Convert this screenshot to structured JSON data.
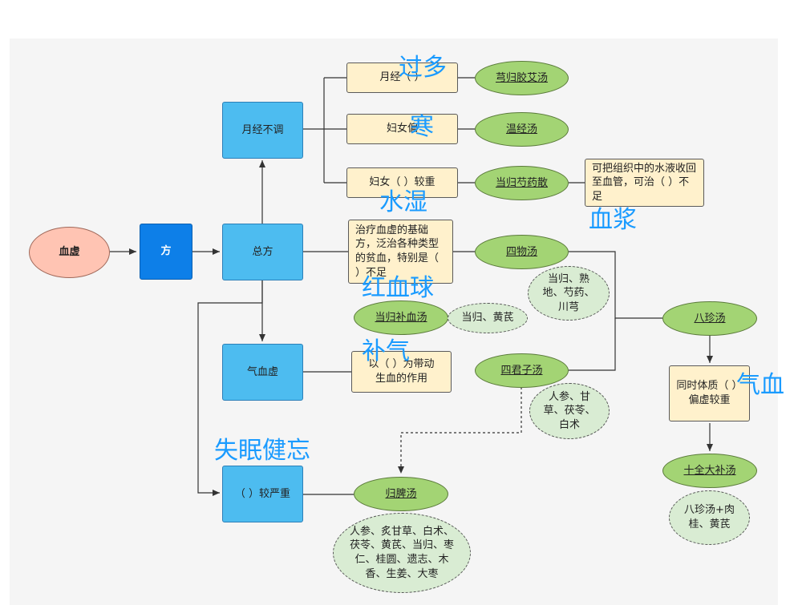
{
  "nodes": {
    "xuexu": "血虚",
    "fang": "方",
    "zongfang": "总方",
    "yuejing_butiao": "月经不调",
    "qixuexu": "气血虚",
    "shimian": "（ ）较严重",
    "yuejing_guoduo": "月经（ ）",
    "funv_pian": "妇女偏",
    "funv_jiaozhong": "妇女（ ）较重",
    "zongfang_desc": "治疗血虚的基础方，泛治各种类型的贫血，特别是（ ）不足",
    "qixuexu_desc": "以（ ）为带动生血的作用",
    "xuejiang_desc": "可把组织中的水液收回至血管，可治（ ）不足",
    "bazhen_desc": "同时体质（ ）偏虚较重"
  },
  "formulas": {
    "xionggui": "芎归胶艾汤",
    "wenjing": "温经汤",
    "danggui_shaoyao": "当归芍药散",
    "siwu": "四物汤",
    "danggui_buxue": "当归补血汤",
    "sijunzi": "四君子汤",
    "bazhen": "八珍汤",
    "shiquan": "十全大补汤",
    "guipi": "归脾汤"
  },
  "ingredients": {
    "siwu": "当归、熟地、芍药、川芎",
    "danggui_buxue": "当归、黄芪",
    "sijunzi": "人参、甘草、茯苓、白术",
    "shiquan": "八珍汤+肉桂、黄芪",
    "guipi": "人参、炙甘草、白术、茯苓、黄芪、当归、枣仁、桂圆、遗志、木香、生姜、大枣"
  },
  "answers": {
    "guoduo": "过多",
    "han": "寒",
    "shuishi": "水湿",
    "xuejiang": "血浆",
    "hongxueqiu": "红血球",
    "buqi": "补气",
    "qixue": "气血",
    "shimian": "失眠健忘"
  }
}
